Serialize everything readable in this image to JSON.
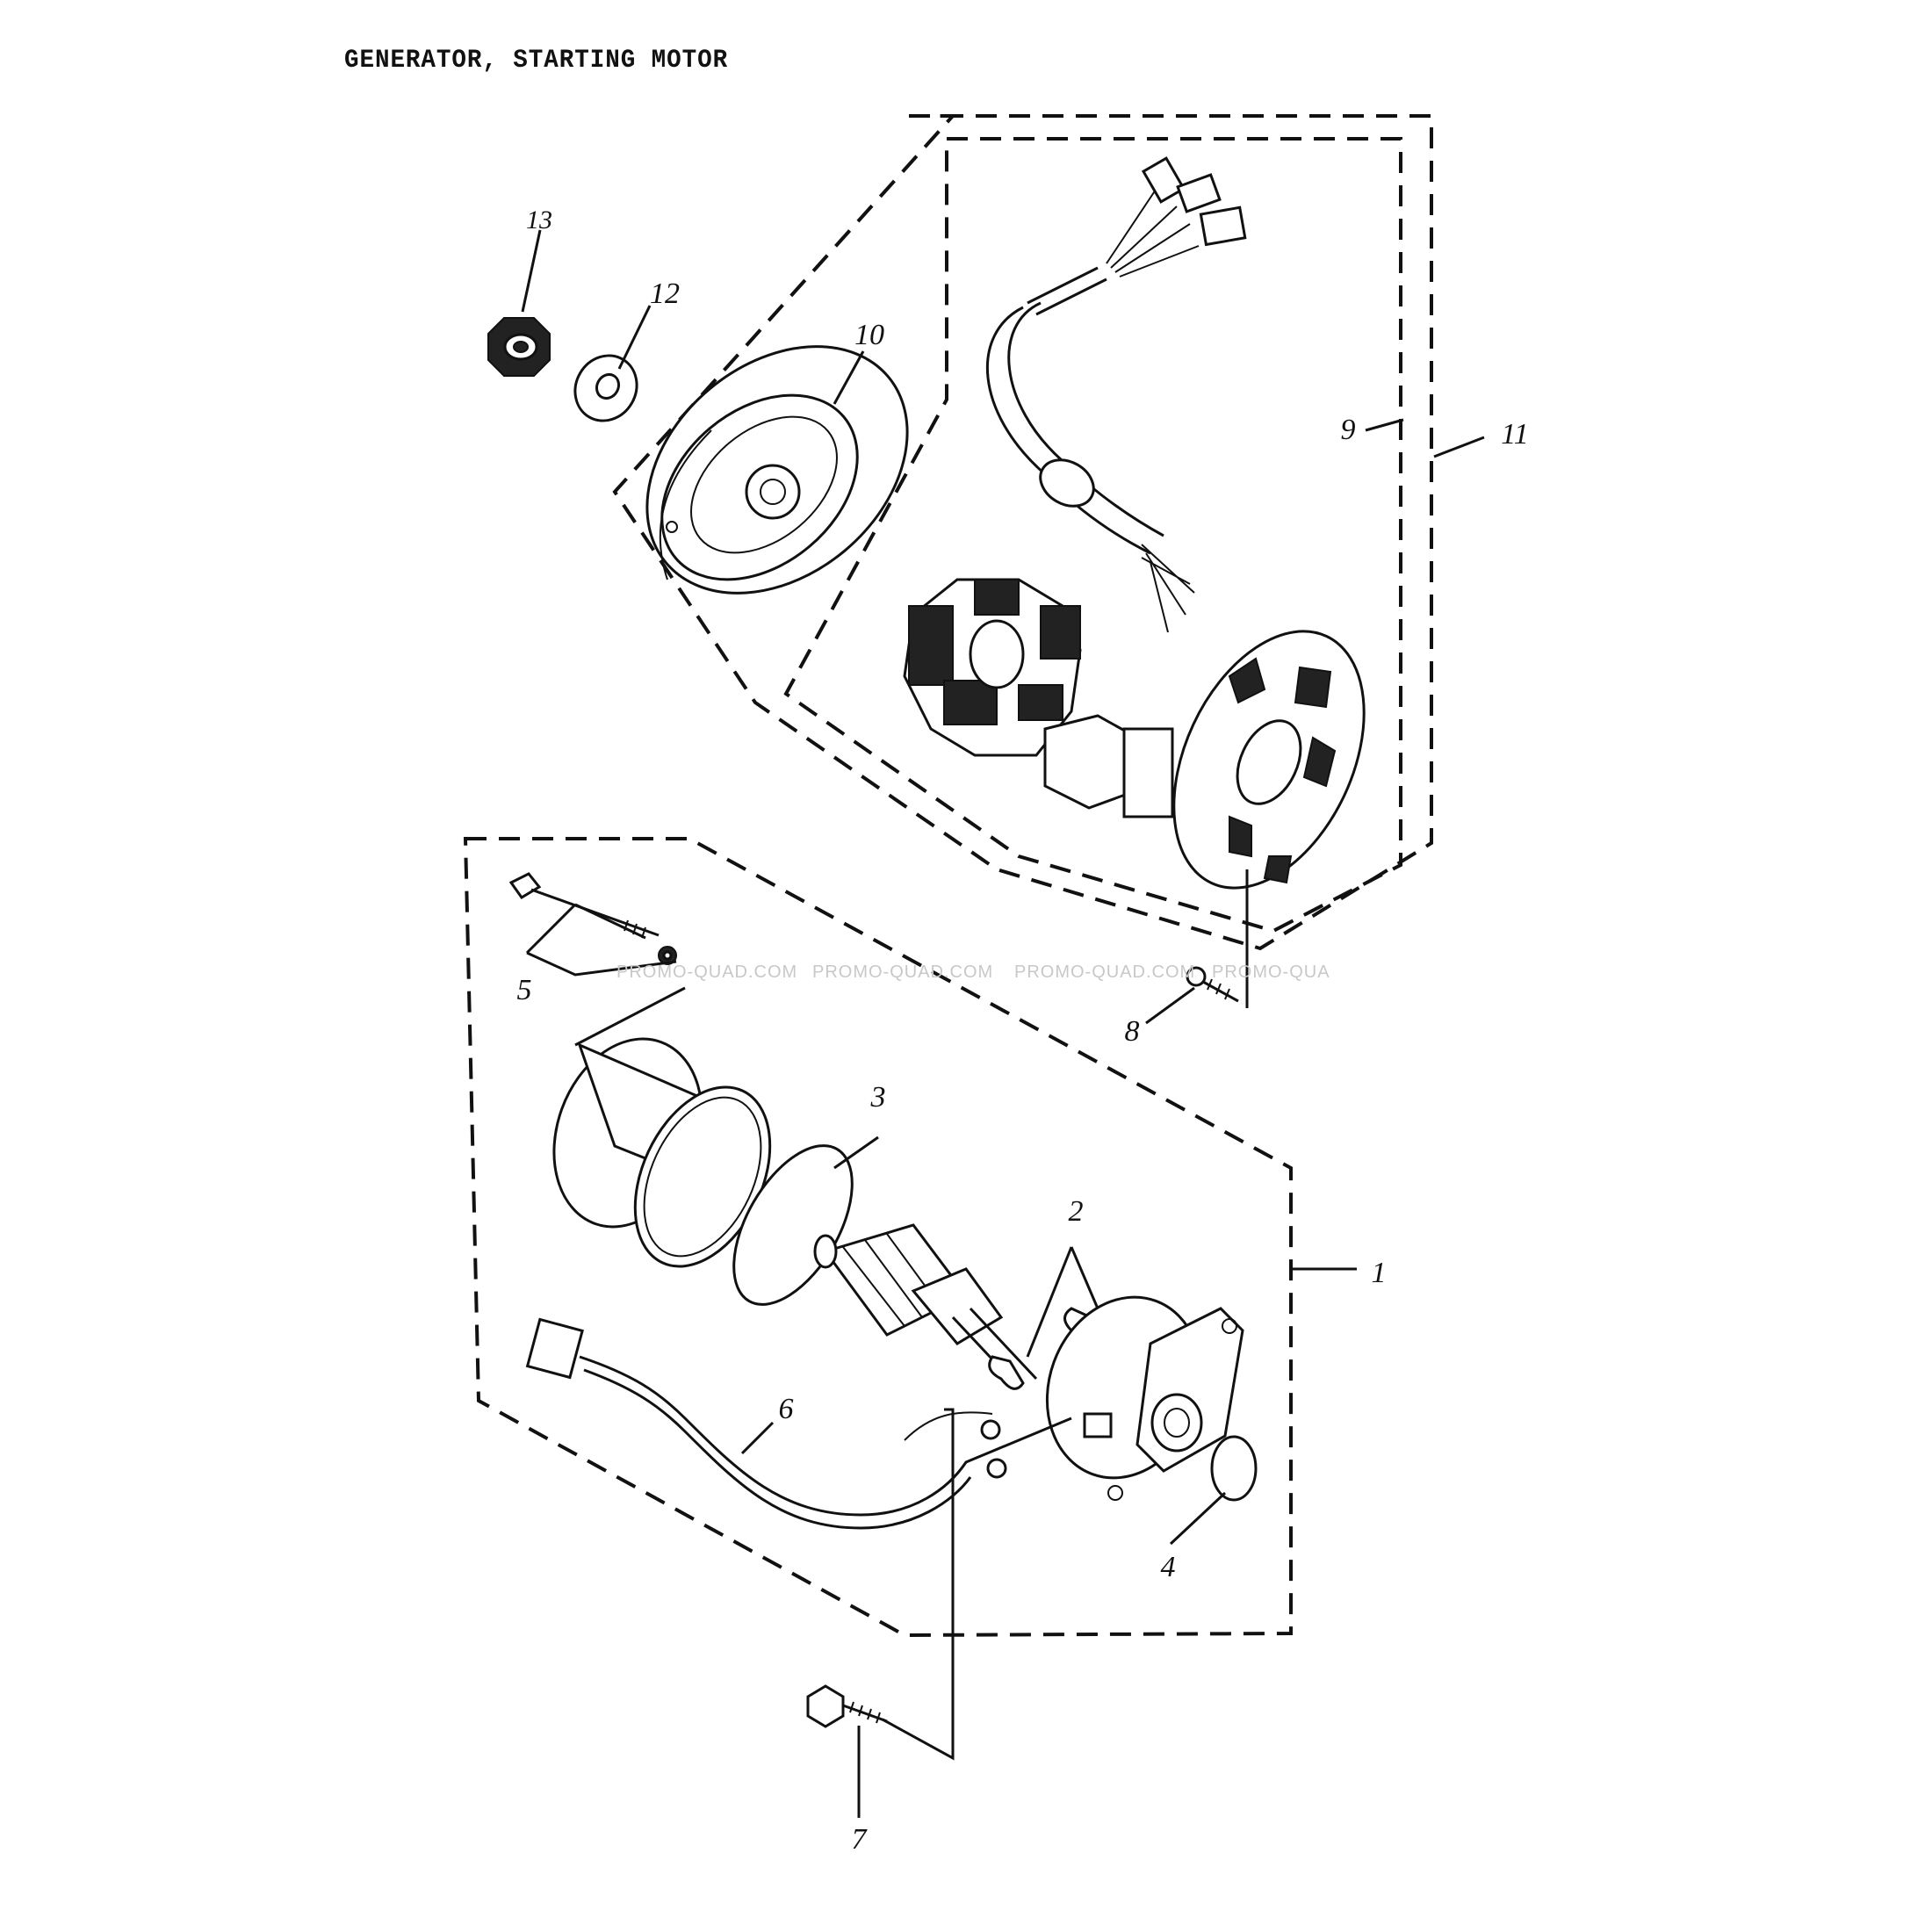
{
  "title": "GENERATOR, STARTING MOTOR",
  "callouts": [
    {
      "id": "1",
      "part": "starting-motor-assembly"
    },
    {
      "id": "2",
      "part": "brush-set"
    },
    {
      "id": "3",
      "part": "o-ring"
    },
    {
      "id": "4",
      "part": "o-ring"
    },
    {
      "id": "5",
      "part": "bolt-and-washer"
    },
    {
      "id": "6",
      "part": "motor-lead-wire"
    },
    {
      "id": "7",
      "part": "bolt"
    },
    {
      "id": "8",
      "part": "screw"
    },
    {
      "id": "9",
      "part": "stator-and-lead-wire"
    },
    {
      "id": "10",
      "part": "rotor-flywheel"
    },
    {
      "id": "11",
      "part": "generator-assembly"
    },
    {
      "id": "12",
      "part": "washer"
    },
    {
      "id": "13",
      "part": "nut"
    }
  ],
  "watermarks": [
    "PROMO-QUAD.COM",
    "PROMO-QUAD.COM",
    "PROMO-QUAD.COM",
    "PROMO-QUA"
  ]
}
